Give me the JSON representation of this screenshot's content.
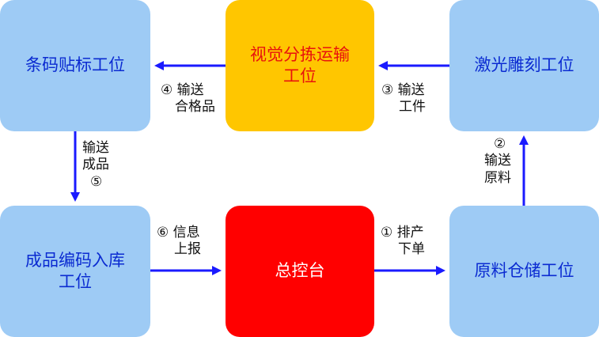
{
  "colors": {
    "station_box": "#9ecbf5",
    "station_text": "#0b2bd1",
    "vision_box": "#ffc600",
    "vision_text": "#e8130d",
    "control_box": "#ff0000",
    "control_text": "#ffffff",
    "arrow": "#1a1aff"
  },
  "nodes": {
    "barcode": {
      "line1": "条码贴标工位"
    },
    "vision": {
      "line1": "视觉分拣运输",
      "line2": "工位"
    },
    "laser": {
      "line1": "激光雕刻工位"
    },
    "product": {
      "line1": "成品编码入库",
      "line2": "工位"
    },
    "control": {
      "line1": "总控台"
    },
    "storage": {
      "line1": "原料仓储工位"
    }
  },
  "edges": {
    "e1": {
      "line1": "① 排产",
      "line2": "下单"
    },
    "e2": {
      "num": "②",
      "line1": "输送",
      "line2": "原料"
    },
    "e3": {
      "line1": "③ 输送",
      "line2": "工件"
    },
    "e4": {
      "line1": "④ 输送",
      "line2": "合格品"
    },
    "e5": {
      "line1": "输送",
      "line2": "成品",
      "num": "⑤"
    },
    "e6": {
      "line1": "⑥ 信息",
      "line2": "上报"
    }
  }
}
